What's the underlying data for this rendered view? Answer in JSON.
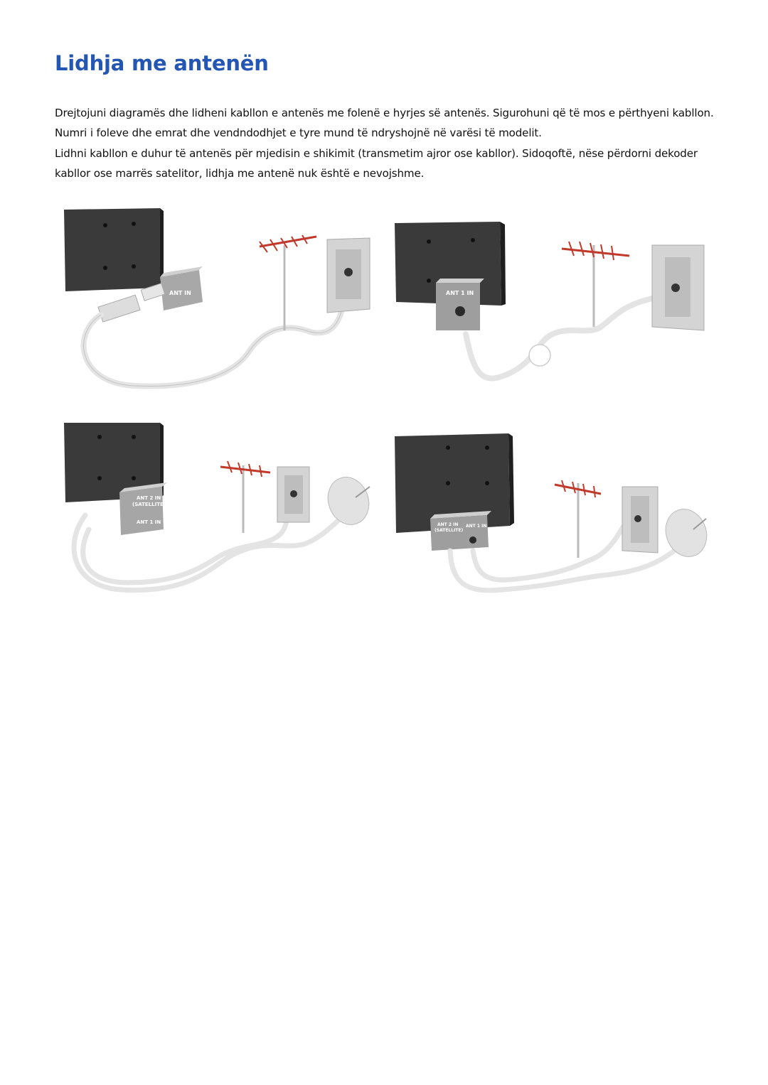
{
  "page": {
    "title": "Lidhja me antenën",
    "paragraphs": [
      "Drejtojuni diagramës dhe lidheni kabllon e antenës me folenë e hyrjes së antenës. Sigurohuni që të mos e përthyeni kabllon. Numri i foleve dhe emrat dhe vendndodhjet e tyre mund të ndryshojnë në varësi të modelit.",
      "Lidhni kabllon e duhur të antenës për mjedisin e shikimit (transmetim ajror ose kabllor). Sidoqoftë, nëse përdorni dekoder kabllor ose marrës satelitor, lidhja me antenë nuk është e nevojshme."
    ]
  },
  "diagrams": {
    "d1": {
      "port": "ANT IN"
    },
    "d2": {
      "port": "ANT 1 IN"
    },
    "d3": {
      "port_top_line1": "ANT 2 IN",
      "port_top_line2": "(SATELLITE)",
      "port_bottom": "ANT 1 IN"
    },
    "d4": {
      "port_left_line1": "ANT 2 IN",
      "port_left_line2": "(SATELLITE)",
      "port_right": "ANT 1 IN"
    }
  },
  "colors": {
    "title": "#2456b4",
    "tv_panel": "#3b3b3b",
    "port_box": "#9a9a9a",
    "cable": "#e3e3e3",
    "wall_plate": "#d4d4d4",
    "antenna": "#c0392b"
  }
}
